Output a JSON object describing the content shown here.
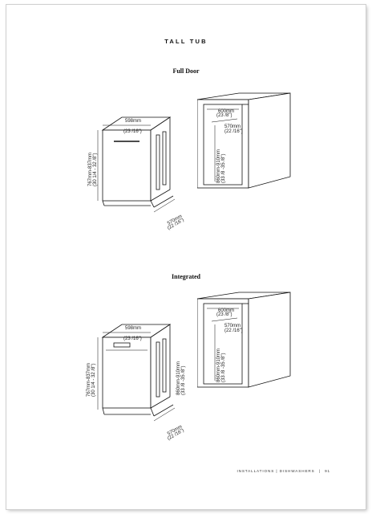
{
  "page": {
    "title": "TALL TUB",
    "full_door": {
      "heading": "Full Door",
      "dishwasher": {
        "width": "598mm",
        "width_in": "(23  /16\")",
        "height": "767mm-837mm",
        "height_in": "(30 1/4 - 32  /8\")",
        "depth": "570mm",
        "depth_in": "(22  /16\")"
      },
      "cavity": {
        "width": "600mm",
        "width_in": "(23  /8\")",
        "depth": "570mm",
        "depth_in": "(22  /16\")",
        "height": "860mm-910mm",
        "height_in": "(33  /8 -35  /8\")"
      }
    },
    "integrated": {
      "heading": "Integrated",
      "dishwasher": {
        "width": "598mm",
        "width_in": "(23  /16\")",
        "height": "767mm-837mm",
        "height_in": "(30 1/4 - 32  /8\")",
        "cabinet_height": "860mm-910mm",
        "cabinet_height_in": "(33  /8 -35  /8\")",
        "depth": "570mm",
        "depth_in": "(22  /16\")"
      },
      "cavity": {
        "width": "600mm",
        "width_in": "(23  /8\")",
        "depth": "570mm",
        "depth_in": "(22  /16\")",
        "height": "860mm-910mm",
        "height_in": "(33  /8 -35  /8\")"
      }
    },
    "footer": {
      "section": "INSTALLATIONS",
      "separator": "|",
      "chapter": "DISHWASHERS",
      "page_number": "91"
    }
  }
}
